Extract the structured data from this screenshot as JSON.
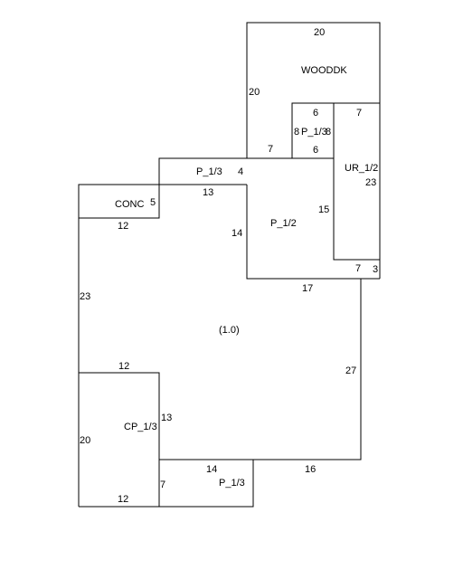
{
  "colors": {
    "background": "#ffffff",
    "line": "#000000"
  },
  "areas": {
    "wooddk": {
      "name": "WOODDK"
    },
    "p_small": {
      "name": "P_1/3"
    },
    "ur": {
      "name": "UR_1/2"
    },
    "p_upper": {
      "name": "P_1/3"
    },
    "conc": {
      "name": "CONC"
    },
    "p_mid": {
      "name": "P_1/2"
    },
    "main": {
      "name": "(1.0)"
    },
    "cp": {
      "name": "CP_1/3"
    },
    "p_bottom": {
      "name": "P_1/3"
    }
  },
  "dimensions": {
    "wooddk_top": "20",
    "wooddk_left": "20",
    "p_small_top": "6",
    "p_small_bottom": "6",
    "p_small_left": "8",
    "p_small_right": "8",
    "ur_top": "7",
    "ur_right": "23",
    "ur_bottom": "7",
    "ur_tail": "3",
    "step_top": "7",
    "p_upper_right": "4",
    "p_upper_bottom": "13",
    "conc_right": "5",
    "conc_bottom": "12",
    "p_mid_left": "14",
    "p_mid_right": "15",
    "p_mid_bottom": "17",
    "main_left": "23",
    "main_right": "27",
    "cp_top": "12",
    "cp_left": "20",
    "cp_right": "13",
    "cp_bottom": "12",
    "p_bottom_top": "14",
    "p_bottom_left": "7",
    "main_bottom": "16"
  }
}
